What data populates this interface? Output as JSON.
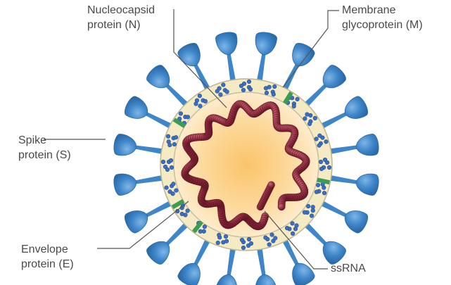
{
  "labels": {
    "nucleocapsid": {
      "line1": "Nucleocapsid",
      "line2": "protein (N)"
    },
    "membrane": {
      "line1": "Membrane",
      "line2": "glycoprotein (M)"
    },
    "spike": {
      "line1": "Spike",
      "line2": "protein (S)"
    },
    "envelope": {
      "line1": "Envelope",
      "line2": "protein (E)"
    },
    "ssrna": {
      "line1": "ssRNA"
    }
  },
  "colors": {
    "spike": "#3f86c9",
    "spike_dark": "#2a6aa8",
    "envelope_band": "#f4ebc4",
    "envelope_edge": "#bdb58f",
    "core_center": "#fbc46a",
    "core_edge": "#fdeccd",
    "rna": "#8f2a3c",
    "rna_dark": "#5e1525",
    "membrane_protein": "#3c6fc0",
    "envelope_protein": "#3e9b52",
    "leader_line": "#555555",
    "text": "#4a4a4a"
  },
  "counts": {
    "spikes": 20,
    "membrane_proteins": 20,
    "envelope_proteins": 5
  },
  "icons": [
    "spike-protein-icon",
    "membrane-protein-icon",
    "envelope-protein-icon",
    "ssrna-strand-icon"
  ]
}
